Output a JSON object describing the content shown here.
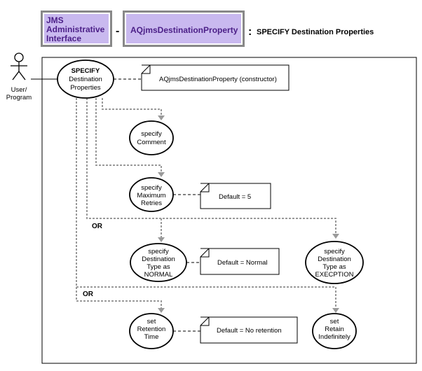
{
  "header": {
    "box1_lines": [
      "JMS",
      "Administrative",
      "Interface"
    ],
    "dash": "-",
    "box2_label": "AQjmsDestinationProperty",
    "colon": ":",
    "title": "SPECIFY Destination Properties"
  },
  "actor": {
    "lines": [
      "User/",
      "Program"
    ]
  },
  "nodes": {
    "specify_root": [
      "SPECIFY",
      "Destination",
      "Properties"
    ],
    "comment": [
      "specify",
      "Comment"
    ],
    "max_retries": [
      "specify",
      "Maximum",
      "Retries"
    ],
    "type_normal": [
      "specify",
      "Destination",
      "Type as",
      "NORMAL"
    ],
    "type_exception": [
      "specify",
      "Destination",
      "Type as",
      "EXECPTION"
    ],
    "retention_time": [
      "set",
      "Retention",
      "Time"
    ],
    "retain_indef": [
      "set",
      "Retain",
      "Indefinitely"
    ]
  },
  "notes": {
    "constructor": "AQjmsDestinationProperty (constructor)",
    "default_retries": "Default = 5",
    "default_type": "Default = Normal",
    "default_retention": "Default = No retention"
  },
  "labels": {
    "or1": "OR",
    "or2": "OR"
  },
  "colors": {
    "header_fill": "#c9b9ef",
    "header_text": "#4b1f87",
    "dotted_line": "#9a9a9a"
  }
}
